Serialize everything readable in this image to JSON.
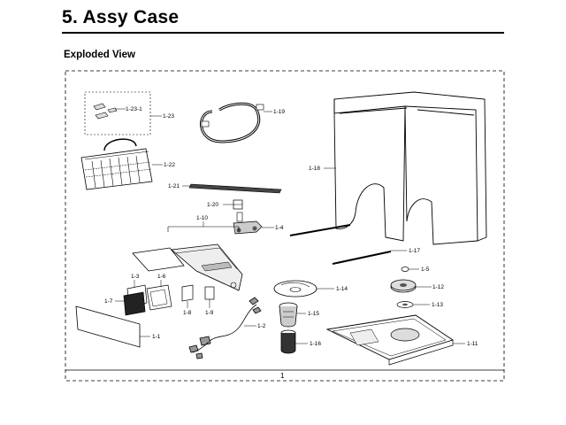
{
  "header": {
    "title": "5.  Assy Case",
    "subtitle": "Exploded View"
  },
  "parts": {
    "p1_23_1": "1-23-1",
    "p1_23": "1-23",
    "p1_19": "1-19",
    "p1_22": "1-22",
    "p1_18": "1-18",
    "p1_21": "1-21",
    "p1_20": "1-20",
    "p1_4": "1-4",
    "p1_10": "1-10",
    "p1_17": "1-17",
    "p1_5": "1-5",
    "p1_3": "1-3",
    "p1_6": "1-6",
    "p1_14": "1-14",
    "p1_12": "1-12",
    "p1_7": "1-7",
    "p1_13": "1-13",
    "p1_8": "1-8",
    "p1_9": "1-9",
    "p1_15": "1-15",
    "p1_2": "1-2",
    "p1_1": "1-1",
    "p1_16": "1-16",
    "p1_11": "1-11"
  },
  "frame_label": "1"
}
